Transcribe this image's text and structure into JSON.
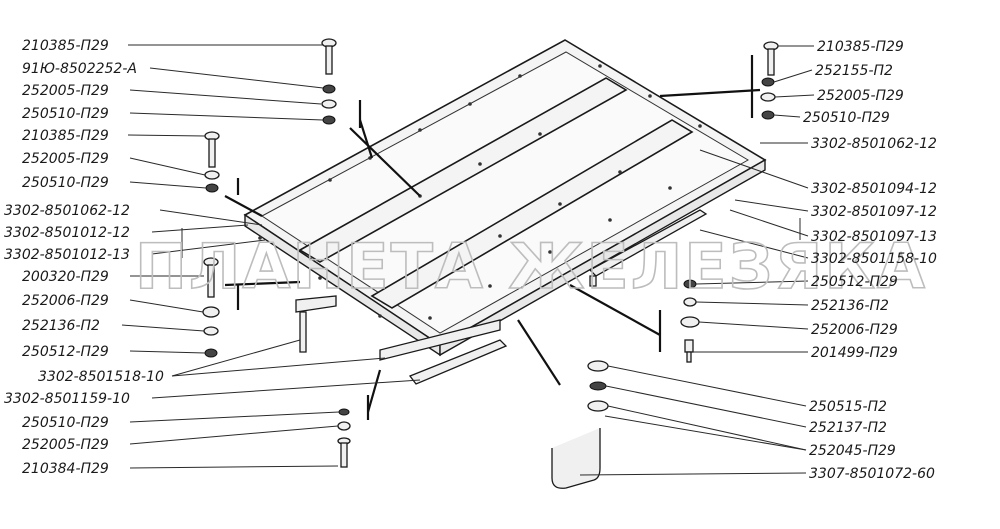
{
  "watermark": "ПЛАНЕТА ЖЕЛЕЗЯКА",
  "labels_left": [
    "210385-П29",
    "91Ю-8502252-А",
    "252005-П29",
    "250510-П29",
    "210385-П29",
    "252005-П29",
    "250510-П29",
    "3302-8501062-12",
    "3302-8501012-12",
    "3302-8501012-13",
    "200320-П29",
    "252006-П29",
    "252136-П2",
    "250512-П29",
    "3302-8501518-10",
    "3302-8501159-10",
    "250510-П29",
    "252005-П29",
    "210384-П29"
  ],
  "labels_right": [
    "210385-П29",
    "252155-П2",
    "252005-П29",
    "250510-П29",
    "3302-8501062-12",
    "3302-8501094-12",
    "3302-8501097-12",
    "3302-8501097-13",
    "3302-8501158-10",
    "250512-П29",
    "252136-П2",
    "252006-П29",
    "201499-П29",
    "250515-П2",
    "252137-П2",
    "252045-П29",
    "3307-8501072-60"
  ]
}
